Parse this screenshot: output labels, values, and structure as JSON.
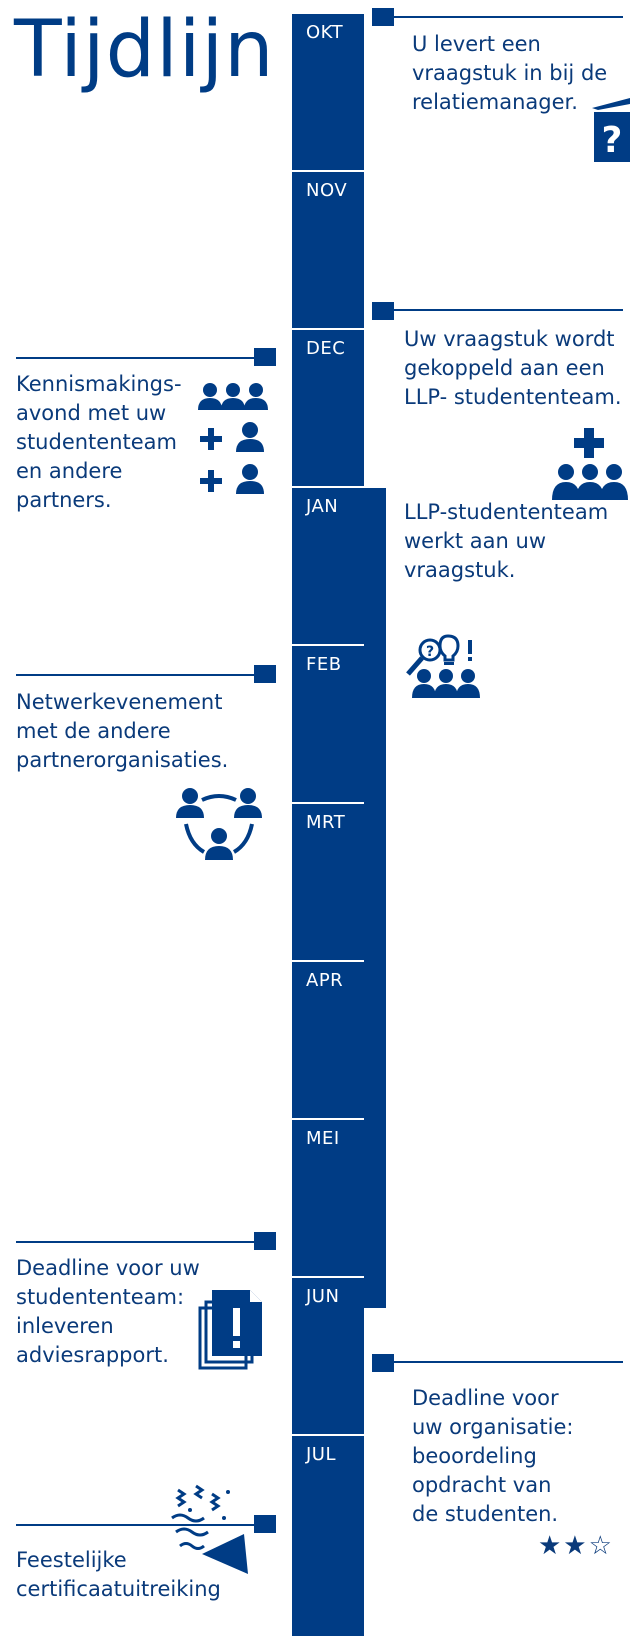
{
  "title": "Tijdlijn",
  "months": [
    "OKT",
    "NOV",
    "DEC",
    "JAN",
    "FEB",
    "MRT",
    "APR",
    "MEI",
    "JUN",
    "JUL"
  ],
  "events_right": [
    {
      "lines": [
        "U levert een",
        "vraagstuk in bij de",
        "relatiemanager."
      ],
      "icon": "question-booklet-icon"
    },
    {
      "lines": [
        "Uw vraagstuk wordt",
        "gekoppeld aan een",
        "LLP- studententeam."
      ],
      "icon": "plus-team-icon"
    },
    {
      "lines": [
        "LLP-studententeam",
        "werkt aan uw",
        "vraagstuk."
      ],
      "icon": "research-team-icon"
    },
    {
      "lines": [
        "Deadline voor",
        "uw organisatie:",
        "beoordeling",
        "opdracht van",
        "de studenten."
      ],
      "icon": "star-rating-icon"
    }
  ],
  "events_left": [
    {
      "lines": [
        "Kennismakings-",
        "avond met uw",
        "studententeam",
        "en andere",
        "partners."
      ],
      "icon": "team-plus-people-icon"
    },
    {
      "lines": [
        "Netwerkevenement",
        "met de andere",
        "partnerorganisaties."
      ],
      "icon": "network-people-icon"
    },
    {
      "lines": [
        "Deadline voor uw",
        "studententeam:",
        "inleveren",
        "adviesrapport."
      ],
      "icon": "documents-alert-icon"
    },
    {
      "lines": [
        "Feestelijke",
        "certificaatuitreiking"
      ],
      "icon": "party-popper-icon"
    }
  ],
  "rating": {
    "filled": 2,
    "total": 3,
    "symbols": "★★☆"
  },
  "colors": {
    "primary": "#003c85",
    "text": "#0a3a7a",
    "background": "#ffffff"
  }
}
